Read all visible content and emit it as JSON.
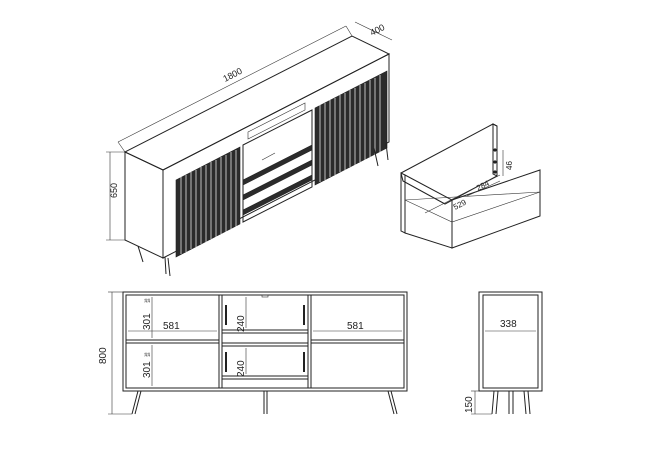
{
  "iso_view": {
    "width": "1800",
    "depth": "400",
    "height": "650"
  },
  "drawer_view": {
    "width": "529",
    "depth": "284",
    "height": "46"
  },
  "front_view": {
    "overall_height": "800",
    "left_compartment_width": "581",
    "right_compartment_width": "581",
    "middle_top_height": "240",
    "middle_bottom_height": "240",
    "left_top_height": "301",
    "left_bottom_height": "301",
    "small_label_a": "18",
    "small_label_b": "18",
    "small_label_c": "18",
    "small_label_d": "18"
  },
  "side_view": {
    "inner_depth": "338",
    "leg_height": "150"
  },
  "colors": {
    "ink": "#222222",
    "slat": "#2b2b2b",
    "paper": "#ffffff"
  }
}
